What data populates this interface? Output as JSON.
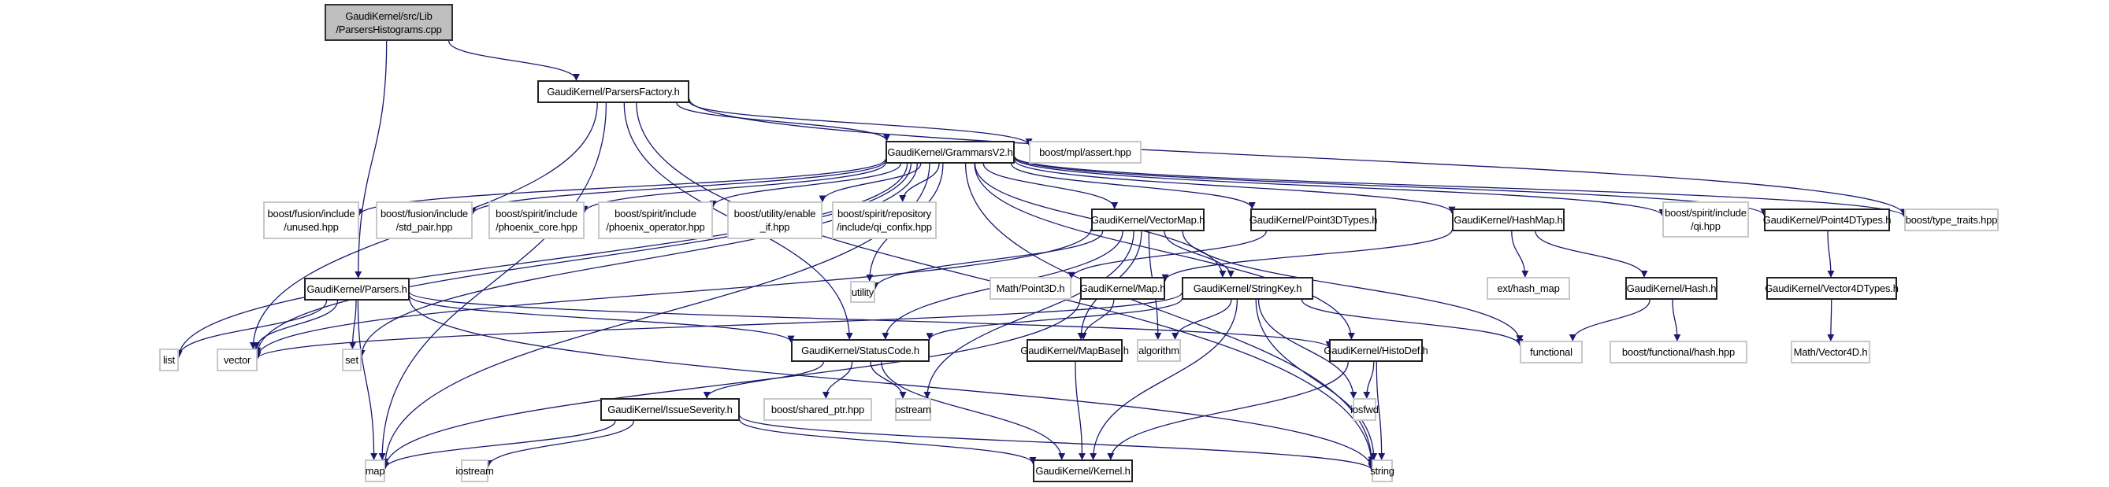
{
  "graph": {
    "title": "Include dependency graph for GaudiKernel/src/Lib/ParsersHistograms.cpp",
    "edge_color": "#191970",
    "root_fill": "#bfbfbf",
    "nodes": [
      {
        "id": "root",
        "label": "GaudiKernel/src/Lib\n/ParsersHistograms.cpp",
        "kind": "root"
      },
      {
        "id": "parsersfactory",
        "label": "GaudiKernel/ParsersFactory.h",
        "kind": "doc"
      },
      {
        "id": "grammarsv2",
        "label": "GaudiKernel/GrammarsV2.h",
        "kind": "doc"
      },
      {
        "id": "mpl_assert",
        "label": "boost/mpl/assert.hpp",
        "kind": "ext"
      },
      {
        "id": "fusion_unused",
        "label": "boost/fusion/include\n/unused.hpp",
        "kind": "ext"
      },
      {
        "id": "fusion_stdpair",
        "label": "boost/fusion/include\n/std_pair.hpp",
        "kind": "ext"
      },
      {
        "id": "phoenix_core",
        "label": "boost/spirit/include\n/phoenix_core.hpp",
        "kind": "ext"
      },
      {
        "id": "phoenix_operator",
        "label": "boost/spirit/include\n/phoenix_operator.hpp",
        "kind": "ext"
      },
      {
        "id": "enable_if",
        "label": "boost/utility/enable\n_if.hpp",
        "kind": "ext"
      },
      {
        "id": "qi_confix",
        "label": "boost/spirit/repository\n/include/qi_confix.hpp",
        "kind": "ext"
      },
      {
        "id": "vectormap",
        "label": "GaudiKernel/VectorMap.h",
        "kind": "doc"
      },
      {
        "id": "point3dtypes",
        "label": "GaudiKernel/Point3DTypes.h",
        "kind": "doc"
      },
      {
        "id": "hashmap",
        "label": "GaudiKernel/HashMap.h",
        "kind": "doc"
      },
      {
        "id": "qi_hpp",
        "label": "boost/spirit/include\n/qi.hpp",
        "kind": "ext"
      },
      {
        "id": "point4dtypes",
        "label": "GaudiKernel/Point4DTypes.h",
        "kind": "doc"
      },
      {
        "id": "type_traits",
        "label": "boost/type_traits.hpp",
        "kind": "ext"
      },
      {
        "id": "parsers",
        "label": "GaudiKernel/Parsers.h",
        "kind": "doc"
      },
      {
        "id": "utility",
        "label": "utility",
        "kind": "ext"
      },
      {
        "id": "point3d",
        "label": "Math/Point3D.h",
        "kind": "ext"
      },
      {
        "id": "map_h",
        "label": "GaudiKernel/Map.h",
        "kind": "doc"
      },
      {
        "id": "stringkey",
        "label": "GaudiKernel/StringKey.h",
        "kind": "doc"
      },
      {
        "id": "ext_hash_map",
        "label": "ext/hash_map",
        "kind": "ext"
      },
      {
        "id": "hash_h",
        "label": "GaudiKernel/Hash.h",
        "kind": "doc"
      },
      {
        "id": "vector4dtypes",
        "label": "GaudiKernel/Vector4DTypes.h",
        "kind": "doc"
      },
      {
        "id": "list",
        "label": "list",
        "kind": "ext"
      },
      {
        "id": "vector",
        "label": "vector",
        "kind": "ext"
      },
      {
        "id": "set",
        "label": "set",
        "kind": "ext"
      },
      {
        "id": "statuscode",
        "label": "GaudiKernel/StatusCode.h",
        "kind": "doc"
      },
      {
        "id": "mapbase",
        "label": "GaudiKernel/MapBase.h",
        "kind": "doc"
      },
      {
        "id": "algorithm",
        "label": "algorithm",
        "kind": "ext"
      },
      {
        "id": "histodef",
        "label": "GaudiKernel/HistoDef.h",
        "kind": "doc"
      },
      {
        "id": "functional",
        "label": "functional",
        "kind": "ext"
      },
      {
        "id": "functional_hash",
        "label": "boost/functional/hash.hpp",
        "kind": "ext"
      },
      {
        "id": "vector4d",
        "label": "Math/Vector4D.h",
        "kind": "ext"
      },
      {
        "id": "issueseverity",
        "label": "GaudiKernel/IssueSeverity.h",
        "kind": "doc"
      },
      {
        "id": "shared_ptr",
        "label": "boost/shared_ptr.hpp",
        "kind": "ext"
      },
      {
        "id": "ostream",
        "label": "ostream",
        "kind": "ext"
      },
      {
        "id": "iosfwd",
        "label": "iosfwd",
        "kind": "ext"
      },
      {
        "id": "map",
        "label": "map",
        "kind": "ext"
      },
      {
        "id": "iostream",
        "label": "iostream",
        "kind": "ext"
      },
      {
        "id": "kernel",
        "label": "GaudiKernel/Kernel.h",
        "kind": "doc"
      },
      {
        "id": "string",
        "label": "string",
        "kind": "ext"
      }
    ],
    "edges": [
      [
        "root",
        "parsersfactory"
      ],
      [
        "root",
        "parsers"
      ],
      [
        "parsersfactory",
        "grammarsv2"
      ],
      [
        "parsersfactory",
        "mpl_assert"
      ],
      [
        "parsersfactory",
        "type_traits"
      ],
      [
        "parsersfactory",
        "vector"
      ],
      [
        "parsersfactory",
        "map"
      ],
      [
        "parsersfactory",
        "string"
      ],
      [
        "parsersfactory",
        "statuscode"
      ],
      [
        "grammarsv2",
        "fusion_unused"
      ],
      [
        "grammarsv2",
        "fusion_stdpair"
      ],
      [
        "grammarsv2",
        "phoenix_core"
      ],
      [
        "grammarsv2",
        "phoenix_operator"
      ],
      [
        "grammarsv2",
        "enable_if"
      ],
      [
        "grammarsv2",
        "qi_confix"
      ],
      [
        "grammarsv2",
        "vectormap"
      ],
      [
        "grammarsv2",
        "point3dtypes"
      ],
      [
        "grammarsv2",
        "hashmap"
      ],
      [
        "grammarsv2",
        "qi_hpp"
      ],
      [
        "grammarsv2",
        "point4dtypes"
      ],
      [
        "grammarsv2",
        "type_traits"
      ],
      [
        "grammarsv2",
        "list"
      ],
      [
        "grammarsv2",
        "vector"
      ],
      [
        "grammarsv2",
        "set"
      ],
      [
        "grammarsv2",
        "map"
      ],
      [
        "grammarsv2",
        "string"
      ],
      [
        "grammarsv2",
        "stringkey"
      ],
      [
        "grammarsv2",
        "histodef"
      ],
      [
        "grammarsv2",
        "utility"
      ],
      [
        "vectormap",
        "utility"
      ],
      [
        "vectormap",
        "algorithm"
      ],
      [
        "vectormap",
        "functional"
      ],
      [
        "vectormap",
        "ostream"
      ],
      [
        "vectormap",
        "stringkey"
      ],
      [
        "vectormap",
        "statuscode"
      ],
      [
        "vectormap",
        "mapbase"
      ],
      [
        "vectormap",
        "vector"
      ],
      [
        "point3dtypes",
        "point3d"
      ],
      [
        "hashmap",
        "map_h"
      ],
      [
        "hashmap",
        "ext_hash_map"
      ],
      [
        "hashmap",
        "hash_h"
      ],
      [
        "point4dtypes",
        "vector4dtypes"
      ],
      [
        "vector4dtypes",
        "vector4d"
      ],
      [
        "hash_h",
        "functional"
      ],
      [
        "hash_h",
        "functional_hash"
      ],
      [
        "map_h",
        "mapbase"
      ],
      [
        "map_h",
        "map"
      ],
      [
        "stringkey",
        "string"
      ],
      [
        "stringkey",
        "functional"
      ],
      [
        "stringkey",
        "algorithm"
      ],
      [
        "stringkey",
        "vector"
      ],
      [
        "stringkey",
        "iosfwd"
      ],
      [
        "stringkey",
        "kernel"
      ],
      [
        "stringkey",
        "statuscode"
      ],
      [
        "parsers",
        "list"
      ],
      [
        "parsers",
        "vector"
      ],
      [
        "parsers",
        "set"
      ],
      [
        "parsers",
        "map"
      ],
      [
        "parsers",
        "string"
      ],
      [
        "parsers",
        "statuscode"
      ],
      [
        "parsers",
        "histodef"
      ],
      [
        "statuscode",
        "issueseverity"
      ],
      [
        "statuscode",
        "shared_ptr"
      ],
      [
        "statuscode",
        "ostream"
      ],
      [
        "statuscode",
        "kernel"
      ],
      [
        "mapbase",
        "kernel"
      ],
      [
        "histodef",
        "iosfwd"
      ],
      [
        "histodef",
        "string"
      ],
      [
        "histodef",
        "kernel"
      ],
      [
        "issueseverity",
        "map"
      ],
      [
        "issueseverity",
        "iostream"
      ],
      [
        "issueseverity",
        "kernel"
      ],
      [
        "issueseverity",
        "string"
      ]
    ]
  }
}
